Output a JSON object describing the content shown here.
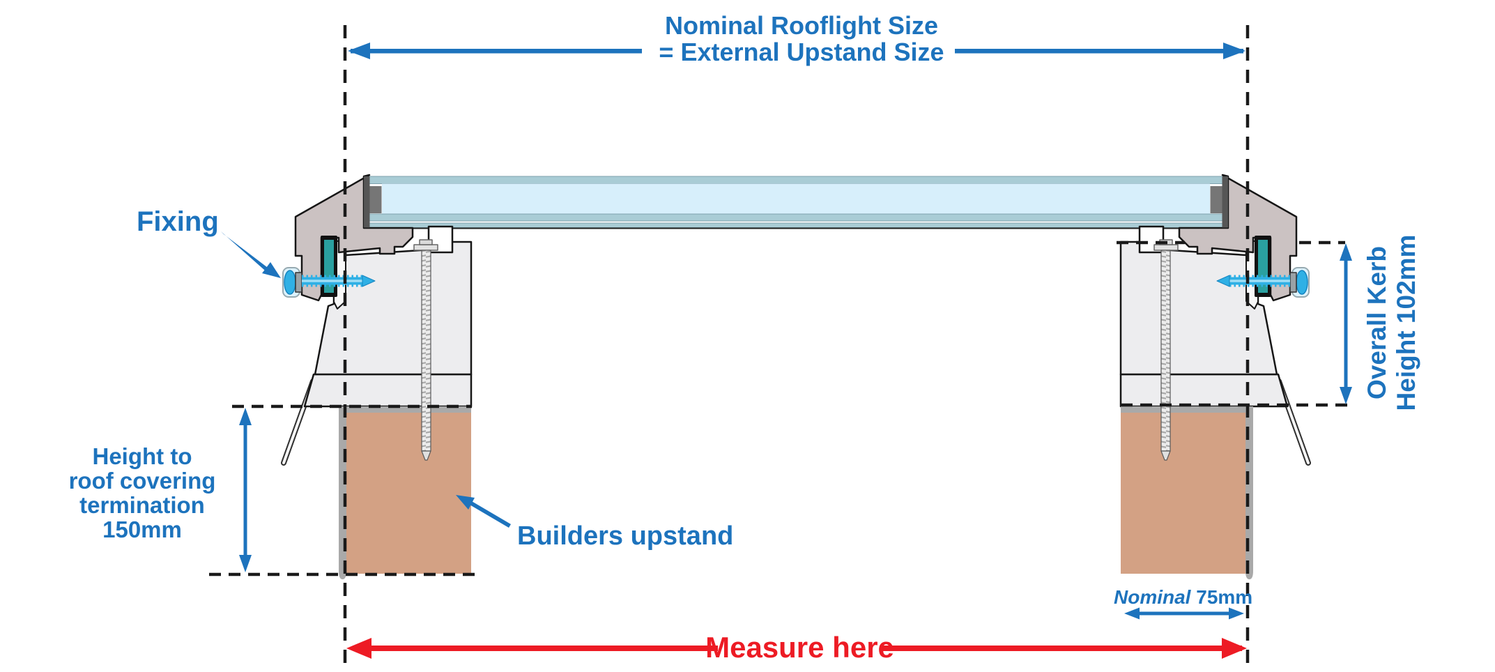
{
  "title": {
    "line1": "Nominal Rooflight Size",
    "line2": "= External Upstand Size"
  },
  "labels": {
    "fixing": "Fixing",
    "height_termination": {
      "line1": "Height to",
      "line2": "roof covering",
      "line3": "termination",
      "line4": "150mm"
    },
    "builders_upstand": "Builders upstand",
    "overall_kerb": {
      "line1": "Overall Kerb",
      "line2": "Height 102mm"
    },
    "nominal_width": {
      "word": "Nominal",
      "value": "75mm"
    },
    "measure_here": "Measure here"
  },
  "colors": {
    "label_blue": "#1d73bd",
    "dimension_red": "#ed1b24",
    "capping_grey": "#cbc2c2",
    "kerb_fill": "#ededef",
    "glass_tint": "#d7effb",
    "glass_band": "#a9ccd5",
    "gasket_teal": "#2aa0a0",
    "screw_cyan": "#2fb0e5",
    "upstand_brown": "#d3a184",
    "membrane_grey": "#a9a9a9",
    "outline_black": "#161616"
  }
}
